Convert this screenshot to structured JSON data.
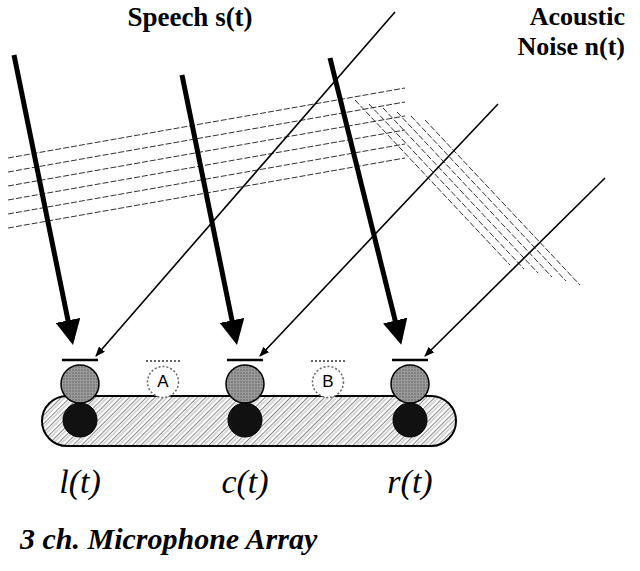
{
  "diagram": {
    "caption": "3 ch. Microphone Array",
    "nodes": [
      {
        "text": [
          "A"
        ]
      },
      {
        "text": [
          "B"
        ]
      }
    ],
    "labels": [
      "Speech s(t)",
      "Acoustic Noise n(t)",
      "l(t)",
      "c(t)",
      "r(t)"
    ]
  }
}
